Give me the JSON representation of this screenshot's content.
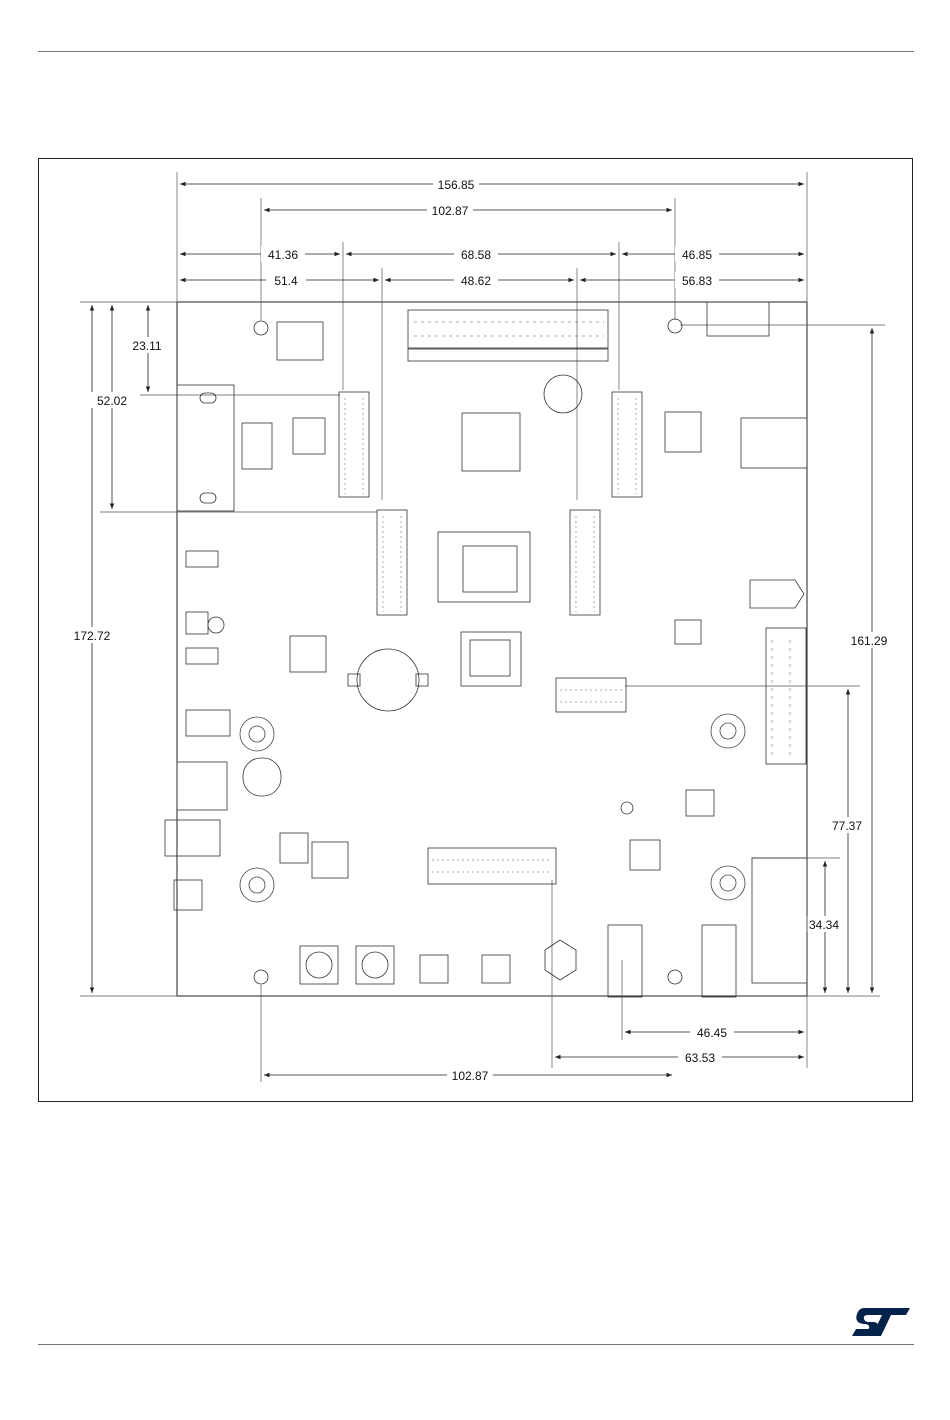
{
  "dimensions": {
    "overall_width": "156.85",
    "top_hole_spacing": "102.87",
    "top_split_a": [
      "41.36",
      "68.58",
      "46.85"
    ],
    "top_split_b": [
      "51.4",
      "48.62",
      "56.83"
    ],
    "left_top_offset": "23.11",
    "left_connector": "52.02",
    "overall_height": "172.72",
    "right_hole_spacing": "161.29",
    "right_connector_mid": "77.37",
    "right_connector_low": "34.34",
    "bottom_offset_a": "46.45",
    "bottom_offset_b": "63.53",
    "bottom_hole_spacing": "102.87"
  },
  "colors": {
    "brand": "#03234B",
    "line": "#222222",
    "component": "#444444"
  },
  "logo": {
    "text": "ST",
    "icon": "st-logo-icon"
  }
}
